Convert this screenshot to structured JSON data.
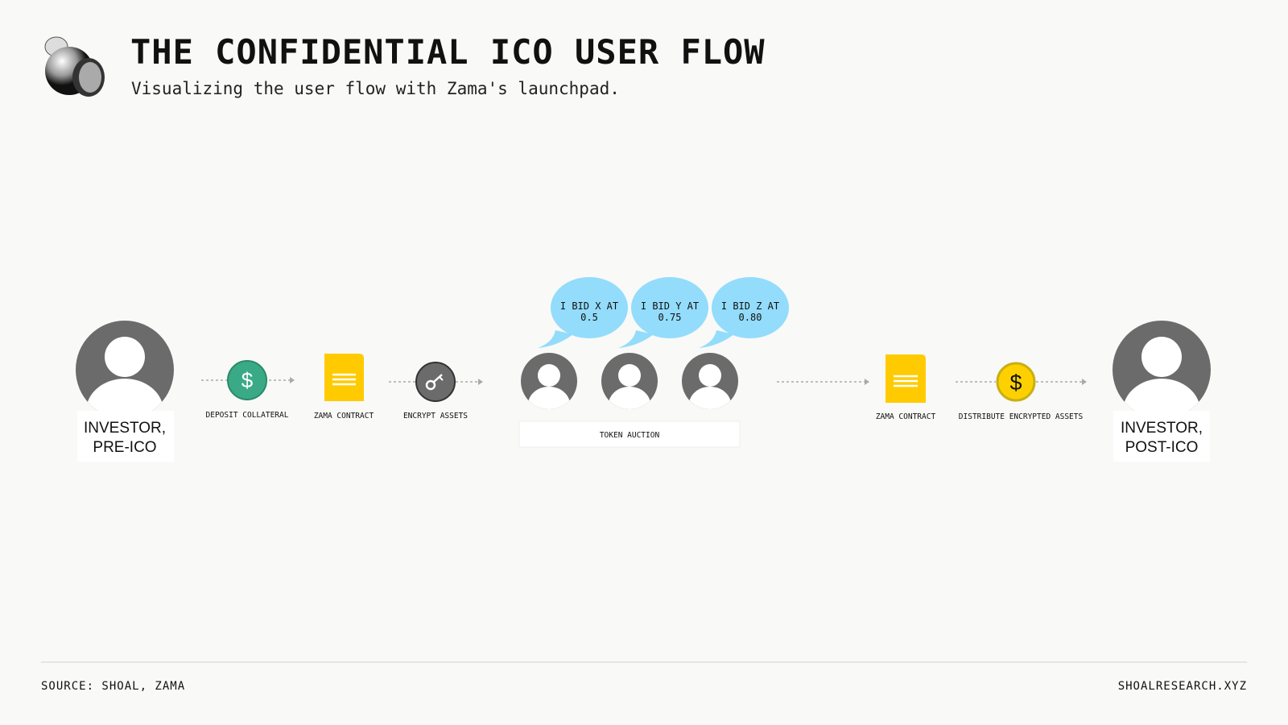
{
  "header": {
    "title": "THE CONFIDENTIAL ICO USER FLOW",
    "subtitle": "Visualizing the user flow with Zama's launchpad."
  },
  "flow": {
    "investor_pre": [
      "INVESTOR,",
      "PRE-ICO"
    ],
    "deposit": "DEPOSIT COLLATERAL",
    "contract1": "ZAMA CONTRACT",
    "encrypt": "ENCRYPT ASSETS",
    "bids": [
      {
        "line1": "I BID X AT",
        "line2": "0.5"
      },
      {
        "line1": "I BID Y AT",
        "line2": "0.75"
      },
      {
        "line1": "I BID Z AT",
        "line2": "0.80"
      }
    ],
    "auction": "TOKEN AUCTION",
    "contract2": "ZAMA CONTRACT",
    "distribute": "DISTRIBUTE ENCRYPTED ASSETS",
    "investor_post": [
      "INVESTOR,",
      "POST-ICO"
    ]
  },
  "colors": {
    "green": "#3aaa86",
    "yellow": "#ffcb00",
    "gray": "#6b6b6b",
    "bubble": "#93dcfb"
  },
  "footer": {
    "source": "SOURCE:  SHOAL, ZAMA",
    "site": "SHOALRESEARCH.XYZ"
  }
}
